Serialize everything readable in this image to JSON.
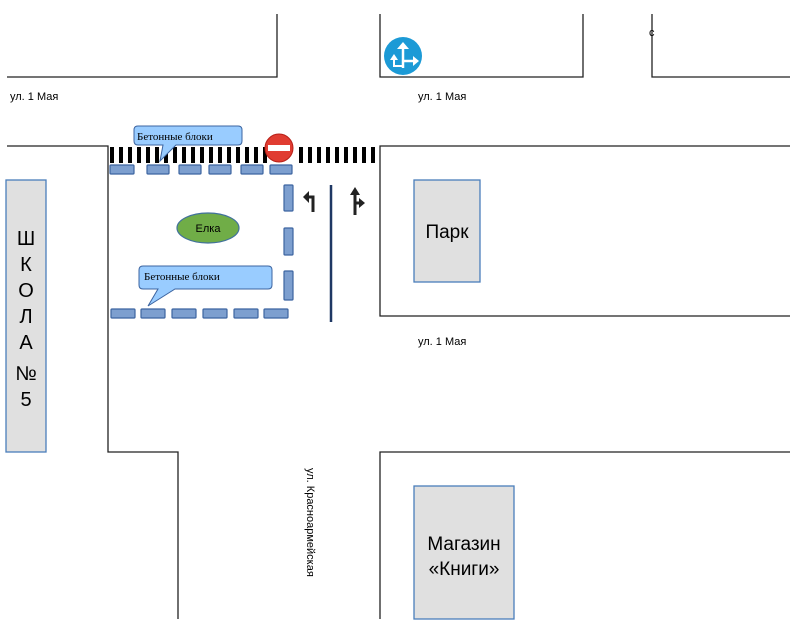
{
  "streets": {
    "top_left": "ул. 1 Мая",
    "top_right": "ул. 1 Мая",
    "middle": "ул. 1 Мая",
    "vertical": "ул. Красноармейская"
  },
  "buildings": {
    "school_letters": [
      "Ш",
      "К",
      "О",
      "Л",
      "А",
      "№",
      "5"
    ],
    "park": "Парк",
    "shop_line1": "Магазин",
    "shop_line2": "«Книги»"
  },
  "callouts": {
    "top": "Бетонные блоки",
    "bottom": "Бетонные блоки"
  },
  "tree": "Елка",
  "signs": {
    "stray_char": "с"
  },
  "colors": {
    "building_fill": "#e0e0e0",
    "building_stroke": "#4a7ebb",
    "block_fill": "#7d9fcf",
    "block_stroke": "#3c64a0",
    "callout_fill": "#99ccff",
    "tree_fill": "#70ad47",
    "no_entry_red": "#e03c31",
    "sign_blue": "#1c9ad6",
    "lane_line": "#1f3864"
  },
  "icons": [
    "no-entry-sign-icon",
    "direction-sign-icon",
    "left-turn-arrow-icon",
    "straight-right-arrow-icon"
  ]
}
